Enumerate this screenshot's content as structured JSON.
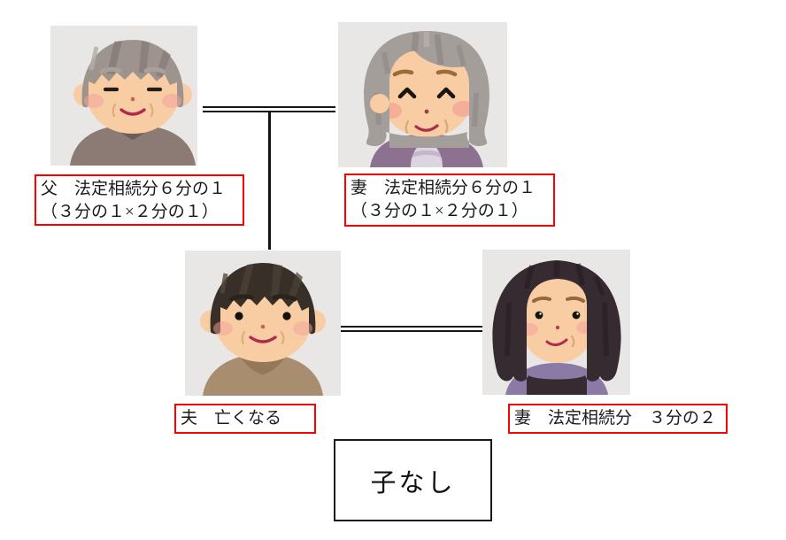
{
  "colors": {
    "page_bg": "#ffffff",
    "portrait_bg": "#e8e7e6",
    "label_border": "#ff0000",
    "connector_line": "#141414",
    "text": "#1b1b1b"
  },
  "labels": {
    "father": {
      "line1": "父　法定相続分６分の１",
      "line2": "（３分の１×２分の１）"
    },
    "mother": {
      "line1": "妻　法定相続分６分の１",
      "line2": "（３分の１×２分の１）"
    },
    "husband": {
      "line1": "夫　亡くなる"
    },
    "wife": {
      "line1": "妻　法定相続分　３分の２"
    },
    "no_children": {
      "line1": "子なし"
    }
  },
  "portraits": {
    "father": "elderly-man-illustration",
    "mother": "elderly-woman-illustration",
    "husband": "middle-aged-man-illustration",
    "wife": "middle-aged-woman-illustration"
  }
}
